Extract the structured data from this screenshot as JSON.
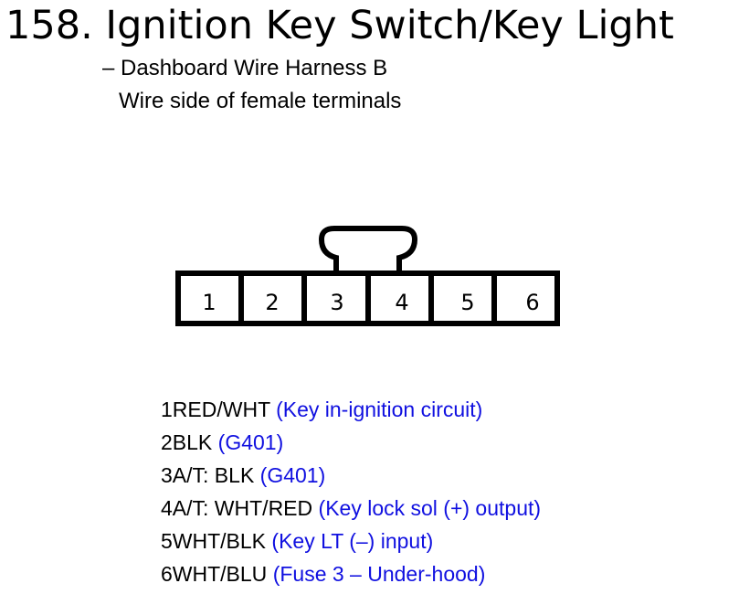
{
  "title": "158. Ignition Key Switch/Key Light",
  "subtitles": [
    "– Dashboard Wire Harness B",
    "Wire side of female terminals"
  ],
  "connector": {
    "cavities": [
      "1",
      "2",
      "3",
      "4",
      "5",
      "6"
    ]
  },
  "pins": [
    {
      "num": "1",
      "wire": "RED/WHT",
      "desc": "(Key in-ignition circuit)"
    },
    {
      "num": "2",
      "wire": "BLK",
      "desc": "(G401)"
    },
    {
      "num": "3",
      "wire": "A/T: BLK",
      "desc": "(G401)"
    },
    {
      "num": "4",
      "wire": "A/T: WHT/RED",
      "desc": "(Key lock sol (+) output)"
    },
    {
      "num": "5",
      "wire": "WHT/BLK",
      "desc": "(Key LT (–) input)"
    },
    {
      "num": "6",
      "wire": "WHT/BLU",
      "desc": "(Fuse 3 – Under-hood)"
    }
  ],
  "colors": {
    "description": "#1010e0",
    "text": "#000000"
  }
}
